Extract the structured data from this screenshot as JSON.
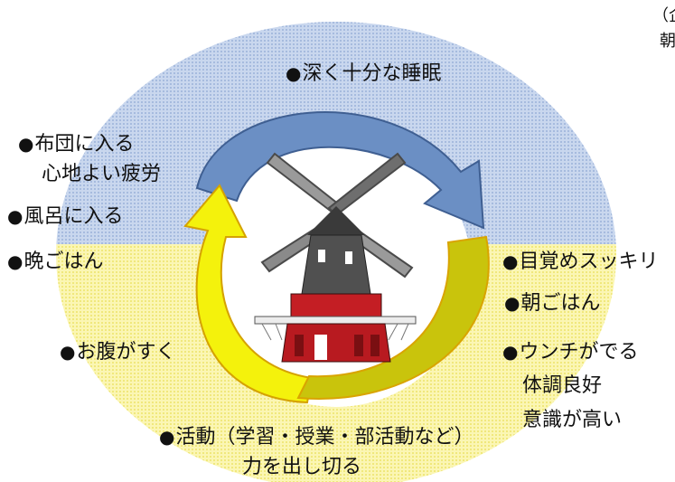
{
  "corner_note": {
    "line1": "（企",
    "line2": "朝"
  },
  "labels": {
    "sleep": "深く十分な睡眠",
    "futon": "布団に入る",
    "fatigue": "心地よい疲労",
    "bath": "風呂に入る",
    "dinner": "晩ごはん",
    "hungry": "お腹がすく",
    "activity": "活動（学習・授業・部活動など）",
    "effort": "力を出し切る",
    "wake": "目覚めスッキリ",
    "breakfast": "朝ごはん",
    "bowel": "ウンチがでる",
    "condition": "体調良好",
    "awareness": "意識が高い"
  },
  "bullet_glyph": "●",
  "colors": {
    "night_bg": "#a9c2e6",
    "day_bg": "#f7ef7a",
    "blue_arrow": "#5f87bf",
    "blue_arrow_edge": "#3e5f90",
    "yellow_arrow": "#f2f20a",
    "olive_arrow": "#c7c20a",
    "arrow_edge": "#d9a400",
    "windmill_body": "#c41e24",
    "windmill_roof": "#3a3a3a"
  }
}
